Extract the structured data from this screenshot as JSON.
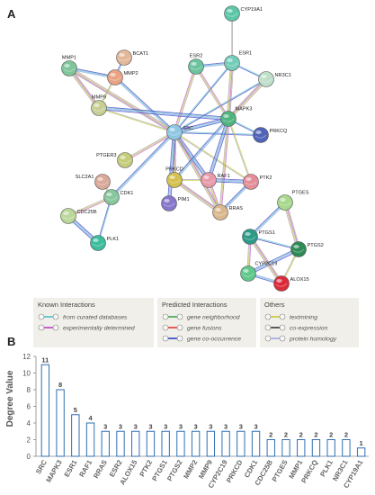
{
  "panel_a": {
    "label": "A",
    "nodes": [
      {
        "id": "CYP19A1",
        "label": "CYP19A1",
        "color": "#5cc7a8"
      },
      {
        "id": "BCAT1",
        "label": "BCAT1",
        "color": "#e3b89a"
      },
      {
        "id": "MMP1",
        "label": "MMP1",
        "color": "#7ec59a"
      },
      {
        "id": "MMP2",
        "label": "MMP2",
        "color": "#e9a383"
      },
      {
        "id": "ESR2",
        "label": "ESR2",
        "color": "#6cc39f"
      },
      {
        "id": "ESR1",
        "label": "ESR1",
        "color": "#74cdb9"
      },
      {
        "id": "NR3C1",
        "label": "NR3C1",
        "color": "#bfdfc9"
      },
      {
        "id": "MMP9",
        "label": "MMP9",
        "color": "#c8cf95"
      },
      {
        "id": "MAPK3",
        "label": "MAPK3",
        "color": "#4fb47e"
      },
      {
        "id": "SRC",
        "label": "SRC",
        "color": "#8ec6e4"
      },
      {
        "id": "PRKCQ",
        "label": "PRKCQ",
        "color": "#5064b8"
      },
      {
        "id": "PTGER3",
        "label": "PTGER3",
        "color": "#c6cc7b"
      },
      {
        "id": "SLC2A1",
        "label": "SLC2A1",
        "color": "#d9a99a"
      },
      {
        "id": "PRKCD",
        "label": "PRKCD",
        "color": "#d3c04e"
      },
      {
        "id": "RAF1",
        "label": "RAF1",
        "color": "#e79aa8"
      },
      {
        "id": "PTK2",
        "label": "PTK2",
        "color": "#e48e99"
      },
      {
        "id": "CDK1",
        "label": "CDK1",
        "color": "#86c79c"
      },
      {
        "id": "PIM1",
        "label": "PIM1",
        "color": "#8877cc"
      },
      {
        "id": "RRAS",
        "label": "RRAS",
        "color": "#dab88d"
      },
      {
        "id": "CDC25B",
        "label": "CDC25B",
        "color": "#bcd79a"
      },
      {
        "id": "PLK1",
        "label": "PLK1",
        "color": "#3cbd9e"
      },
      {
        "id": "PTGES",
        "label": "PTGES",
        "color": "#a8d88c"
      },
      {
        "id": "PTGS1",
        "label": "PTGS1",
        "color": "#2c9a86"
      },
      {
        "id": "PTGS2",
        "label": "PTGS2",
        "color": "#2f8a56"
      },
      {
        "id": "CYP2C19",
        "label": "CYP2C19",
        "color": "#60c88a"
      },
      {
        "id": "ALOX15",
        "label": "ALOX15",
        "color": "#dd2a3a"
      }
    ],
    "edges": [
      [
        "SRC",
        "ESR1"
      ],
      [
        "SRC",
        "ESR2"
      ],
      [
        "SRC",
        "MAPK3"
      ],
      [
        "SRC",
        "MMP9"
      ],
      [
        "SRC",
        "MMP2"
      ],
      [
        "SRC",
        "MMP1"
      ],
      [
        "SRC",
        "PRKCQ"
      ],
      [
        "SRC",
        "PRKCD"
      ],
      [
        "SRC",
        "RAF1"
      ],
      [
        "SRC",
        "PTK2"
      ],
      [
        "SRC",
        "CDK1"
      ],
      [
        "SRC",
        "RRAS"
      ],
      [
        "SRC",
        "NR3C1"
      ],
      [
        "SRC",
        "PTGER3"
      ],
      [
        "SRC",
        "PIM1"
      ],
      [
        "ESR1",
        "CYP19A1"
      ],
      [
        "ESR1",
        "ESR2"
      ],
      [
        "ESR1",
        "MAPK3"
      ],
      [
        "ESR1",
        "NR3C1"
      ],
      [
        "ESR2",
        "MAPK3"
      ],
      [
        "MAPK3",
        "RAF1"
      ],
      [
        "MAPK3",
        "PTK2"
      ],
      [
        "MAPK3",
        "PRKCD"
      ],
      [
        "MAPK3",
        "NR3C1"
      ],
      [
        "MAPK3",
        "PRKCQ"
      ],
      [
        "MAPK3",
        "RRAS"
      ],
      [
        "MAPK3",
        "MMP9"
      ],
      [
        "MMP2",
        "MMP9"
      ],
      [
        "MMP2",
        "MMP1"
      ],
      [
        "MMP1",
        "MMP9"
      ],
      [
        "BCAT1",
        "MMP2"
      ],
      [
        "RAF1",
        "RRAS"
      ],
      [
        "RAF1",
        "PTK2"
      ],
      [
        "RAF1",
        "PRKCD"
      ],
      [
        "PTK2",
        "RRAS"
      ],
      [
        "PRKCD",
        "RRAS"
      ],
      [
        "CDK1",
        "PLK1"
      ],
      [
        "CDK1",
        "CDC25B"
      ],
      [
        "CDC25B",
        "PLK1"
      ],
      [
        "SLC2A1",
        "CDK1"
      ],
      [
        "PTGES",
        "PTGS1"
      ],
      [
        "PTGES",
        "PTGS2"
      ],
      [
        "PTGS1",
        "PTGS2"
      ],
      [
        "PTGS1",
        "CYP2C19"
      ],
      [
        "PTGS2",
        "CYP2C19"
      ],
      [
        "PTGS2",
        "ALOX15"
      ],
      [
        "CYP2C19",
        "ALOX15"
      ],
      [
        "PTGS1",
        "ALOX15"
      ]
    ],
    "legend": {
      "known": {
        "title": "Known Interactions",
        "items": [
          {
            "label": "from curated databases",
            "color": "#4ec1c9"
          },
          {
            "label": "experimentally determined",
            "color": "#c23ac8"
          }
        ]
      },
      "predicted": {
        "title": "Predicted Interactions",
        "items": [
          {
            "label": "gene neighborhood",
            "color": "#3da648"
          },
          {
            "label": "gene fusions",
            "color": "#e03a2a"
          },
          {
            "label": "gene co-occurrence",
            "color": "#2c3ec8"
          }
        ]
      },
      "others": {
        "title": "Others",
        "items": [
          {
            "label": "textmining",
            "color": "#c8c830"
          },
          {
            "label": "co-expression",
            "color": "#333333"
          },
          {
            "label": "protein homology",
            "color": "#9fa6e6"
          }
        ]
      }
    }
  },
  "panel_b": {
    "label": "B"
  },
  "chart_data": {
    "type": "bar",
    "ylabel": "Degree Value",
    "ylim": [
      0,
      12
    ],
    "yticks": [
      0,
      2,
      4,
      6,
      8,
      10,
      12
    ],
    "categories": [
      "SRC",
      "MAPK3",
      "ESR1",
      "RAF1",
      "RRAS",
      "ESR2",
      "ALOX15",
      "PTK2",
      "PTGS1",
      "PTGS2",
      "MMP2",
      "MMP9",
      "CYP2C19",
      "PRKCD",
      "CDK1",
      "CDC25B",
      "PTGES",
      "MMP1",
      "PRKCQ",
      "PLK1",
      "NR3C1",
      "CYP19A1"
    ],
    "values": [
      11,
      8,
      5,
      4,
      3,
      3,
      3,
      3,
      3,
      3,
      3,
      3,
      3,
      3,
      3,
      2,
      2,
      2,
      2,
      2,
      2,
      1
    ],
    "bar_color": "#2f6fb3"
  }
}
